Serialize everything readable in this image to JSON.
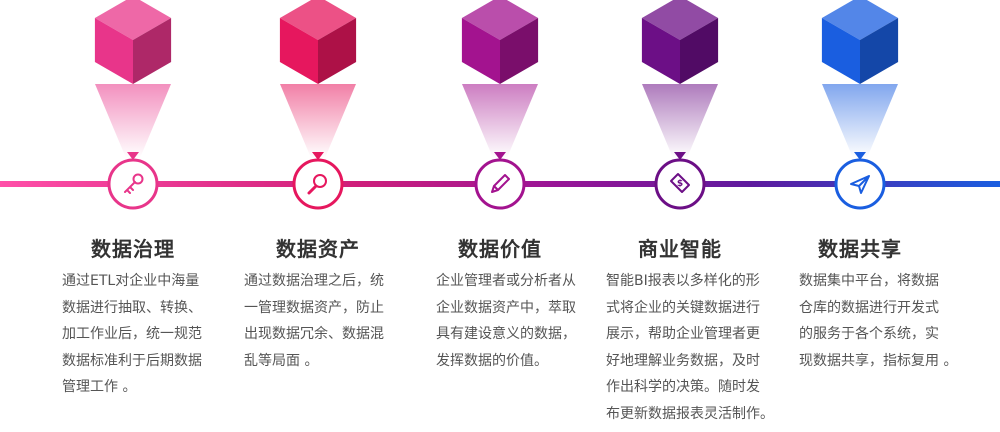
{
  "colors": {
    "line_left": "#ff3c9a",
    "line_right": "#1a5ee0"
  },
  "steps": [
    {
      "title": "数据治理",
      "icon": "key-icon",
      "color": "#e8358a",
      "desc_lines": [
        "通过ETL对企业中海量",
        "数据进行抽取、转换、",
        "加工作业后，统一规范",
        "数据标准利于后期数据",
        "管理工作 。"
      ]
    },
    {
      "title": "数据资产",
      "icon": "magnifier-icon",
      "color": "#e6175e",
      "desc_lines": [
        "通过数据治理之后，统",
        "一管理数据资产，防止",
        "出现数据冗余、数据混",
        "乱等局面 。"
      ]
    },
    {
      "title": "数据价值",
      "icon": "pencil-icon",
      "color": "#a3138f",
      "desc_lines": [
        "企业管理者或分析者从",
        "企业数据资产中，萃取",
        "具有建设意义的数据，",
        "发挥数据的价值。"
      ]
    },
    {
      "title": "商业智能",
      "icon": "money-tag-icon",
      "color": "#6c0f86",
      "desc_lines": [
        "智能BI报表以多样化的形",
        "式将企业的关键数据进行",
        "展示，帮助企业管理者更",
        "好地理解业务数据，及时",
        "作出科学的决策。随时发",
        "布更新数据报表灵活制作。"
      ]
    },
    {
      "title": "数据共享",
      "icon": "paper-plane-icon",
      "color": "#1a5ee0",
      "desc_lines": [
        "数据集中平台，将数据",
        "仓库的数据进行开发式",
        "的服务于各个系统，实",
        "现数据共享，指标复用 。"
      ]
    }
  ]
}
